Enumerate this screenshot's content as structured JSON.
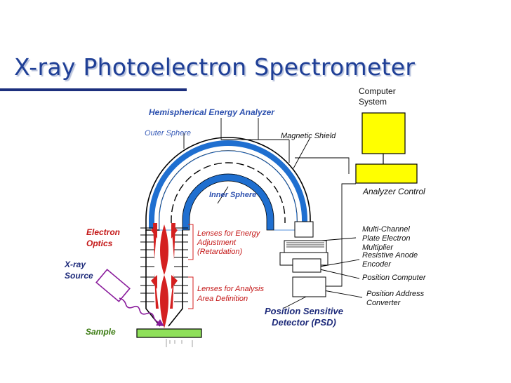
{
  "title": "X-ray Photoelectron Spectrometer",
  "labels": {
    "computer_system": "Computer\nSystem",
    "hemispherical_analyzer": "Hemispherical Energy Analyzer",
    "outer_sphere": "Outer Sphere",
    "magnetic_shield": "Magnetic Shield",
    "inner_sphere": "Inner Sphere",
    "analyzer_control": "Analyzer Control",
    "electron_optics": "Electron\nOptics",
    "lenses_energy": "Lenses for Energy\nAdjustment\n(Retardation)",
    "lenses_analysis": "Lenses for Analysis\nArea Definition",
    "multichannel": "Multi-Channel\nPlate Electron\nMultiplier",
    "resistive_anode": "Resistive Anode\nEncoder",
    "position_computer": "Position Computer",
    "position_address": "Position Address\nConverter",
    "psd": "Position Sensitive\nDetector (PSD)",
    "xray_source": "X-ray\nSource",
    "sample": "Sample"
  },
  "colors": {
    "title": "#1f3f96",
    "sphere_blue": "#1f6fd0",
    "lens_red": "#d42020",
    "computer_yellow": "#ffff00",
    "sample_green": "#8fe05a",
    "xray_purple": "#8a1c9c"
  }
}
